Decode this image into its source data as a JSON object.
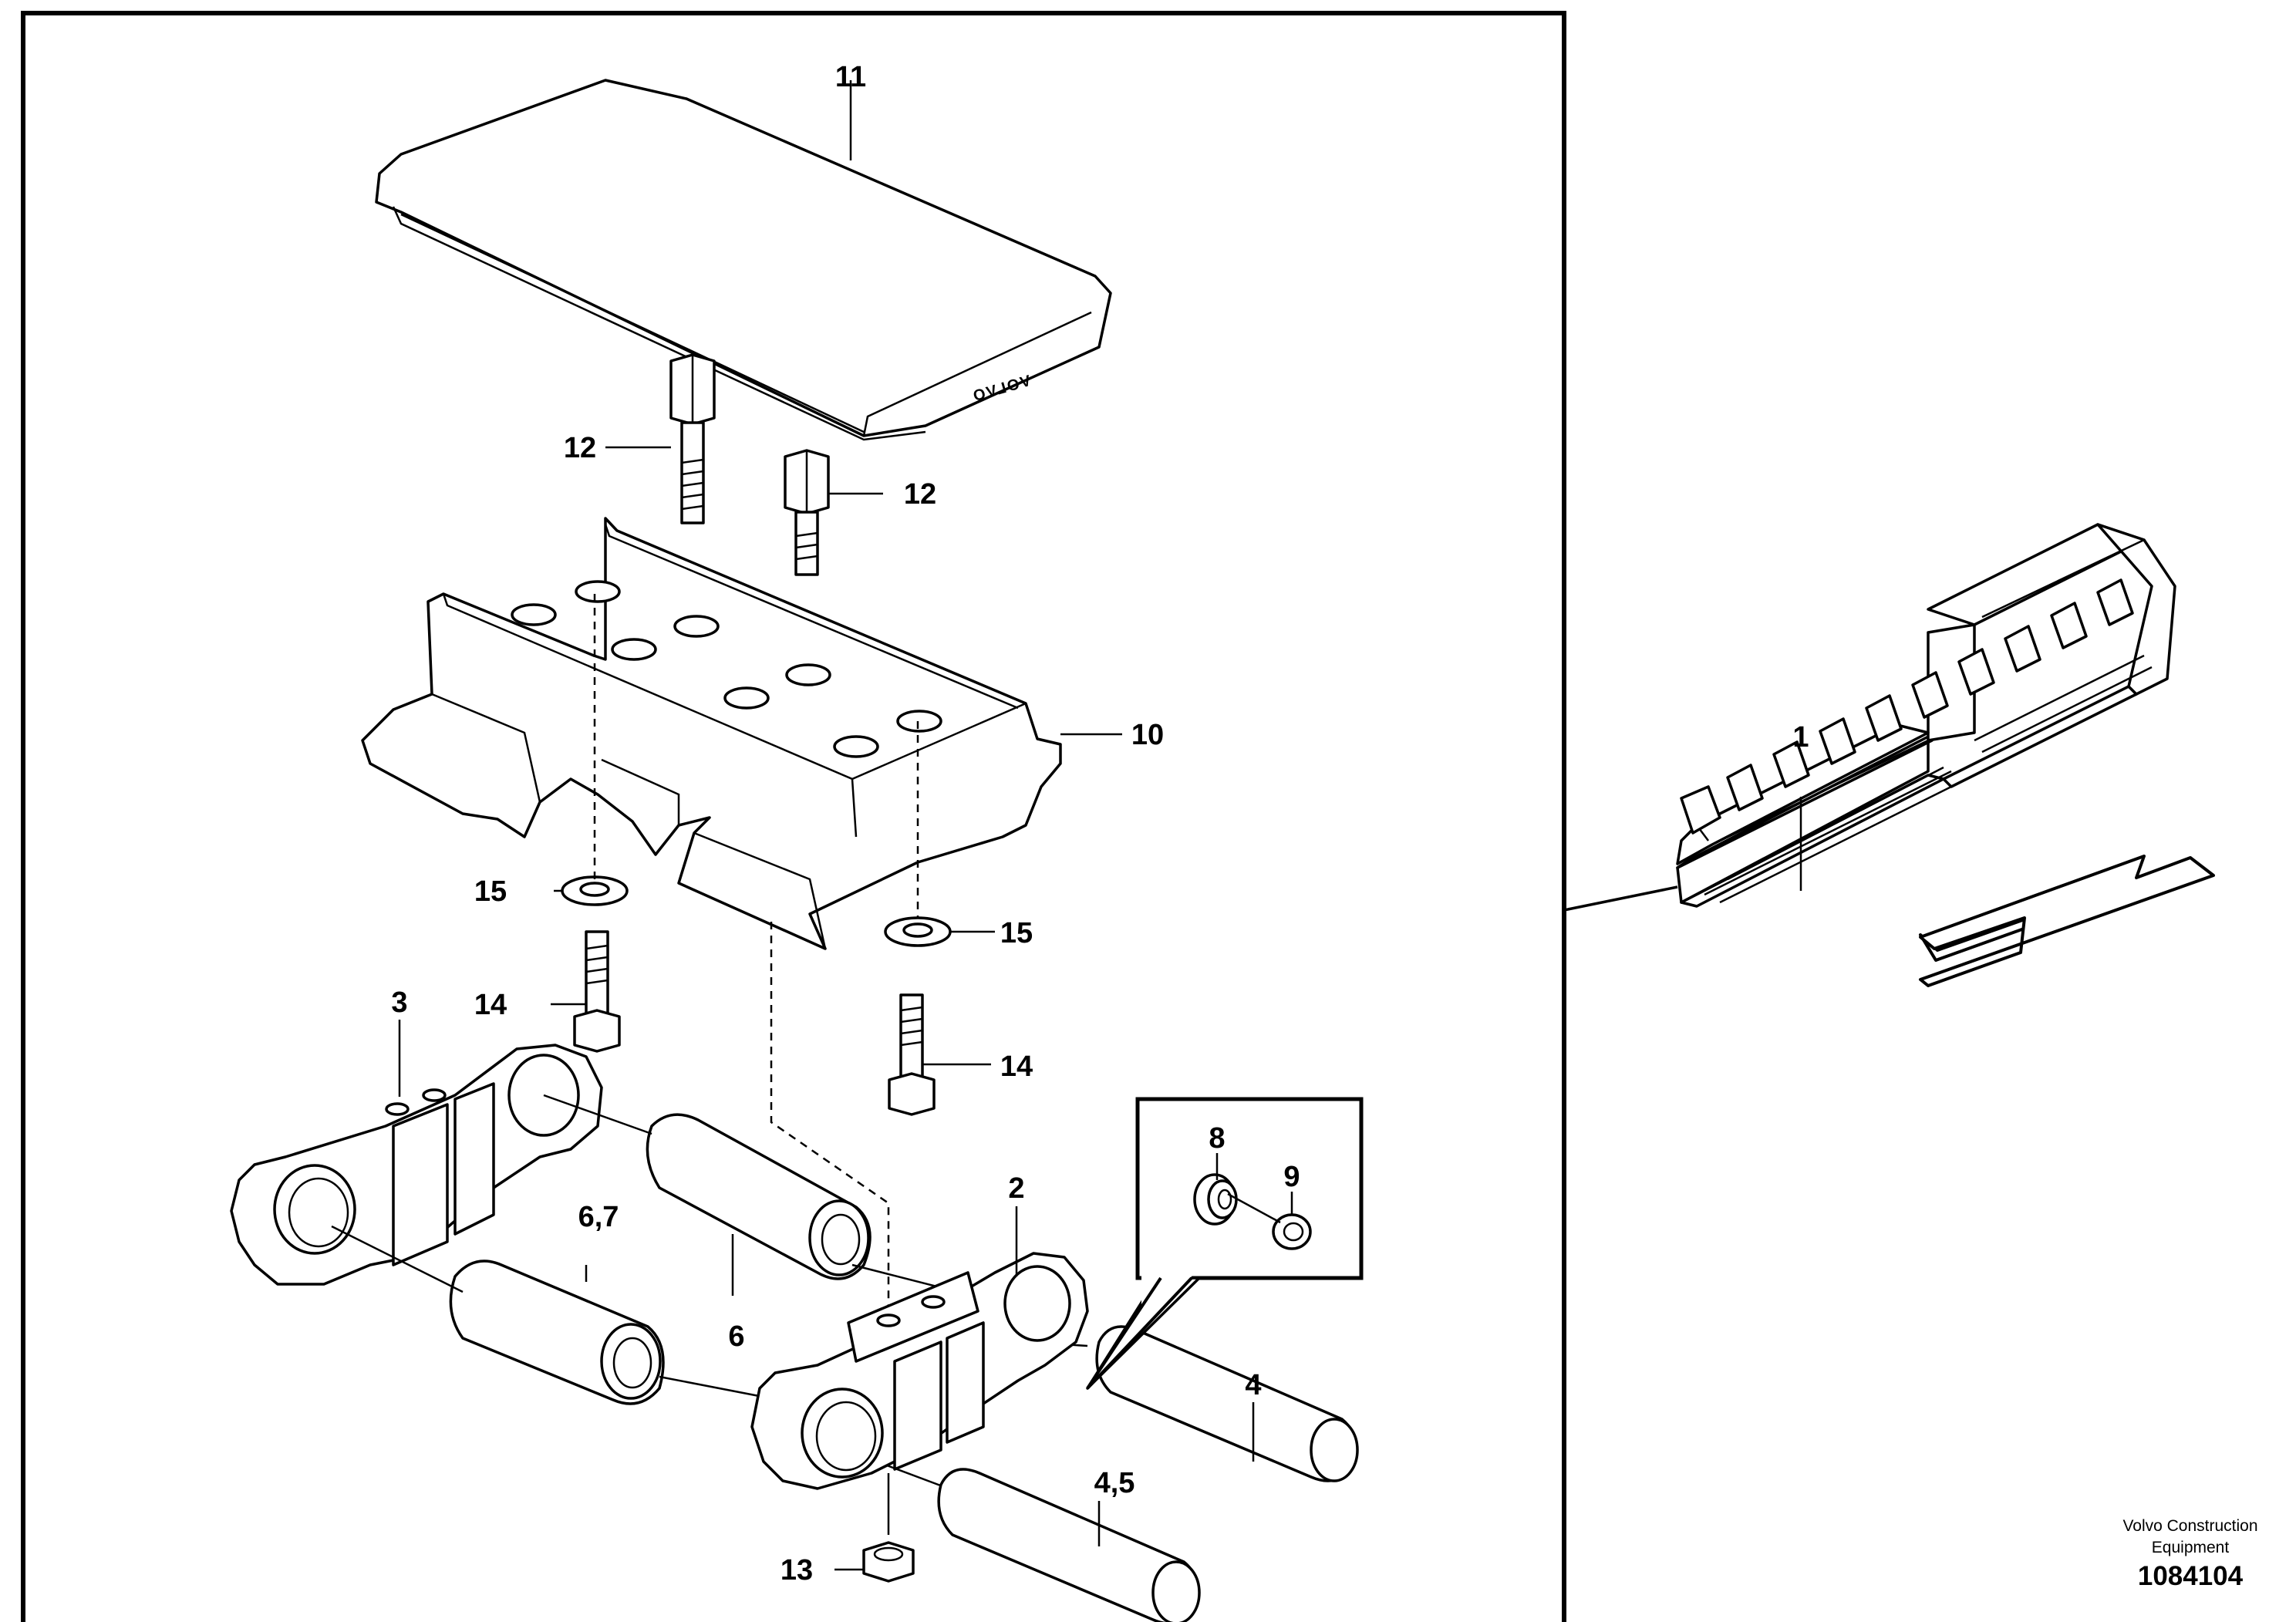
{
  "callouts": {
    "c1": "1",
    "c2": "2",
    "c3": "3",
    "c4": "4",
    "c45": "4,5",
    "c6": "6",
    "c67": "6,7",
    "c8": "8",
    "c9": "9",
    "c10": "10",
    "c11": "11",
    "c12a": "12",
    "c12b": "12",
    "c13": "13",
    "c14a": "14",
    "c14b": "14",
    "c15a": "15",
    "c15b": "15"
  },
  "shoe_brand": "VOLVO",
  "footer": {
    "company_line1": "Volvo Construction",
    "company_line2": "Equipment",
    "drawing_number": "1084104"
  }
}
